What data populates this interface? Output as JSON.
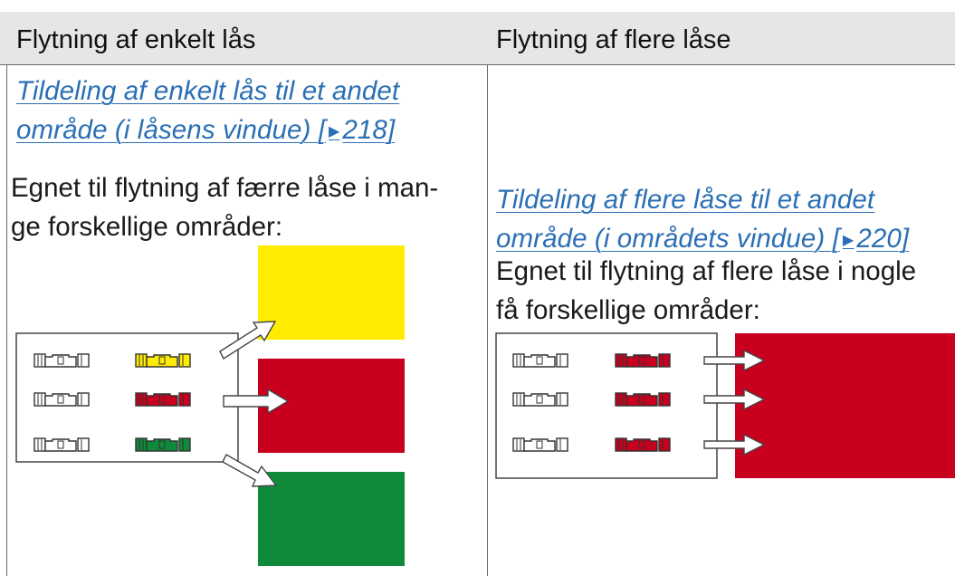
{
  "table": {
    "columns": [
      {
        "header": "Flytning af enkelt lås",
        "link_line1": "Tildeling af enkelt lås til et andet",
        "link_line2": "område (i låsens vindue) [",
        "link_page": "218]",
        "desc_line1": "Egnet til flytning af færre låse i man-",
        "desc_line2": "ge forskellige områder:",
        "diagram": {
          "areas": [
            "yellow",
            "red",
            "green"
          ],
          "locks_per_row": 2,
          "rows": 3
        }
      },
      {
        "header": "Flytning af flere låse",
        "link_line1": "Tildeling af flere låse til et andet",
        "link_line2": "område (i områdets vindue) [",
        "link_page": "220]",
        "desc_line1": "Egnet til flytning af flere låse i nogle",
        "desc_line2": "få forskellige områder:",
        "diagram": {
          "areas": [
            "red"
          ],
          "locks_per_row": 2,
          "rows": 3
        }
      }
    ]
  },
  "colors": {
    "yellow": "#ffec00",
    "red": "#c8001e",
    "green": "#0e8a3a",
    "link": "#2a6fb5",
    "header_bg": "#e6e6e6"
  }
}
